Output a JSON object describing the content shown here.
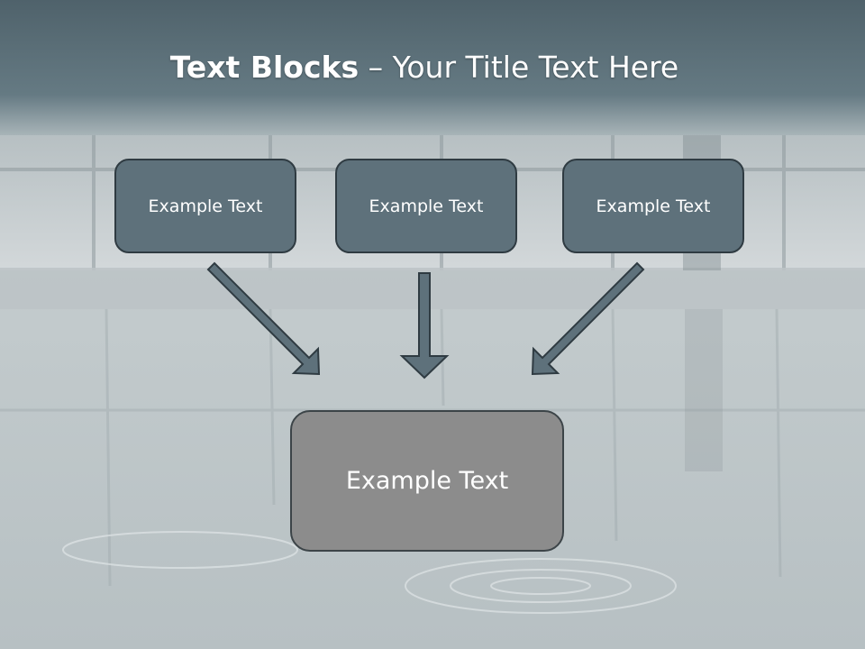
{
  "slide": {
    "title_bold": "Text Blocks",
    "title_rest": " – Your Title Text Here",
    "boxes": [
      {
        "label": "Example Text"
      },
      {
        "label": "Example Text"
      },
      {
        "label": "Example Text"
      }
    ],
    "result_box": {
      "label": "Example Text"
    }
  },
  "colors": {
    "header_band": "#5e717b",
    "box_fill": "#5e717b",
    "box_border": "#2f3b42",
    "result_fill": "#8c8c8c",
    "arrow_fill": "#5e717b"
  }
}
